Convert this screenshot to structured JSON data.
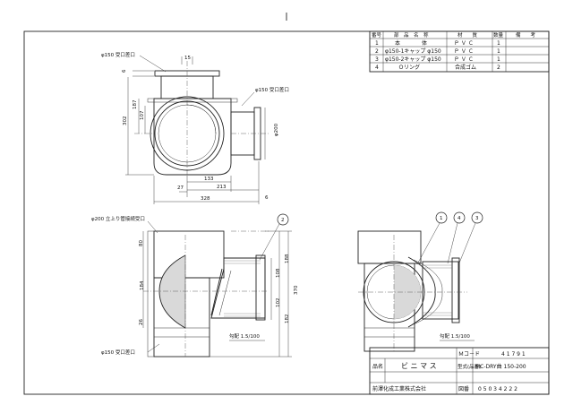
{
  "parts_table": {
    "headers": [
      "番号",
      "部　品　名　称",
      "材　　質",
      "数量",
      "備　　考"
    ],
    "rows": [
      {
        "no": "1",
        "name": "本　　　　体",
        "material": "Ｐ Ｖ Ｃ",
        "qty": "1",
        "note": ""
      },
      {
        "no": "2",
        "name": "φ150-1キャップ φ150",
        "material": "Ｐ Ｖ Ｃ",
        "qty": "1",
        "note": ""
      },
      {
        "no": "3",
        "name": "φ150-2キャップ φ150",
        "material": "Ｐ Ｖ Ｃ",
        "qty": "1",
        "note": ""
      },
      {
        "no": "4",
        "name": "Ｏリング",
        "material": "合成ゴム",
        "qty": "2",
        "note": ""
      }
    ]
  },
  "plan_view": {
    "top_label": "φ150 受口差口",
    "side_label": "φ150 受口差口",
    "dims": {
      "d15": "15",
      "d6_top": "6",
      "d187": "187",
      "d107": "107",
      "d302": "302",
      "d200": "φ200",
      "d133": "133",
      "d213": "213",
      "d27": "27",
      "d328": "328",
      "d6_right": "6"
    }
  },
  "front_view": {
    "top_label": "φ200 立上り管接続受口",
    "bottom_label": "φ150 受口差口",
    "slope_label": "勾配 1.5/100",
    "dims": {
      "d80": "80",
      "d184": "184",
      "d26": "26",
      "d188": "188",
      "d108": "108",
      "d102": "102",
      "d182": "182",
      "d370": "370"
    },
    "balloon": "2"
  },
  "side_view": {
    "slope_label": "勾配 1.5/100",
    "balloons": [
      "1",
      "4",
      "3"
    ]
  },
  "title_block": {
    "code_label": "Ｍコ－ド",
    "code_value": "4 1 7 9 1",
    "name_label": "品名",
    "name_value": "ビ ニ マ ス",
    "model_label": "型式(品番)",
    "model_value": "MC-DRY曲 150-200",
    "company": "前澤化成工業株式会社",
    "drawing_label": "図番",
    "drawing_value": "0 5 0 3 4 2 2 2"
  }
}
